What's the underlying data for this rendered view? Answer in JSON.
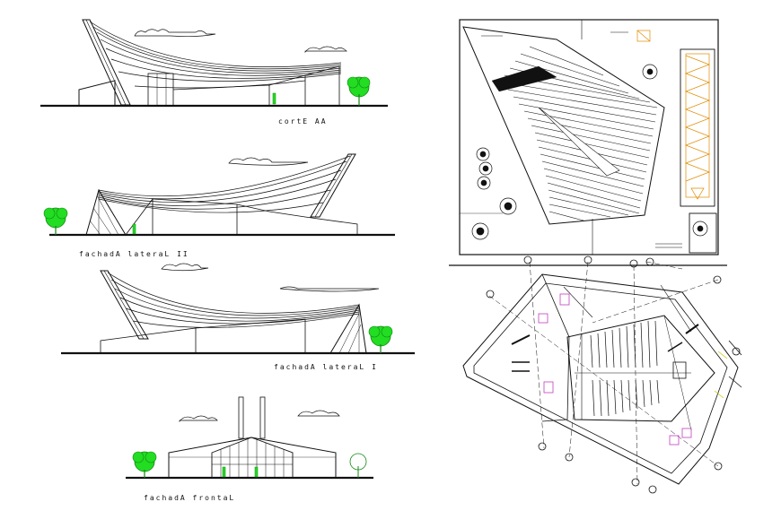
{
  "drawing": {
    "labels": {
      "section_aa": "cortE AA",
      "lateral_2": "fachadA lateraL II",
      "lateral_1": "fachadA lateraL I",
      "frontal": "fachadA frontaL"
    },
    "colors": {
      "line": "#111111",
      "tree": "#22dd22",
      "tree_outline": "#118811",
      "stair": "#e08a00",
      "accent": "#c040c0",
      "yellow": "#cccc00"
    }
  }
}
